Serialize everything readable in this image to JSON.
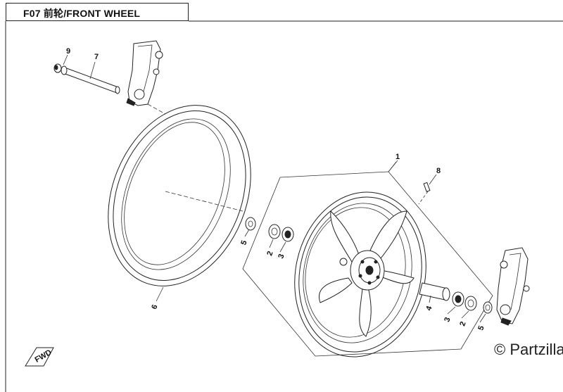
{
  "header": {
    "title": "F07 前轮/FRONT WHEEL"
  },
  "callouts": {
    "c1": "1",
    "c2a": "2",
    "c2b": "2",
    "c3a": "3",
    "c3b": "3",
    "c4": "4",
    "c5a": "5",
    "c5b": "5",
    "c6": "6",
    "c7": "7",
    "c8": "8",
    "c9": "9"
  },
  "fwd_label": "FWD",
  "watermark": "© Partzilla.c"
}
